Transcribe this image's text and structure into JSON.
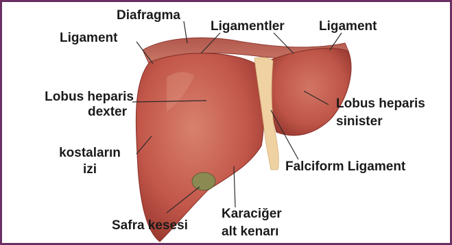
{
  "labels": {
    "diafragma": "Diafragma",
    "ligament_left": "Ligament",
    "ligamentler": "Ligamentler",
    "ligament_right": "Ligament",
    "lobus_dexter_1": "Lobus heparis",
    "lobus_dexter_2": "dexter",
    "lobus_sinister_1": "Lobus heparis",
    "lobus_sinister_2": "sinister",
    "kostalarin_1": "kostaların",
    "kostalarin_2": "izi",
    "falciform": "Falciform Ligament",
    "safra": "Safra kesesi",
    "karaciger_1": "Karaciğer",
    "karaciger_2": "alt kenarı"
  },
  "colors": {
    "frame": "#6b2f63",
    "liver": "#c2574a",
    "liver_dark": "#9b3c33",
    "liver_light": "#d97a68",
    "ligament": "#f2d6a8",
    "gallbladder": "#8a8a52"
  }
}
